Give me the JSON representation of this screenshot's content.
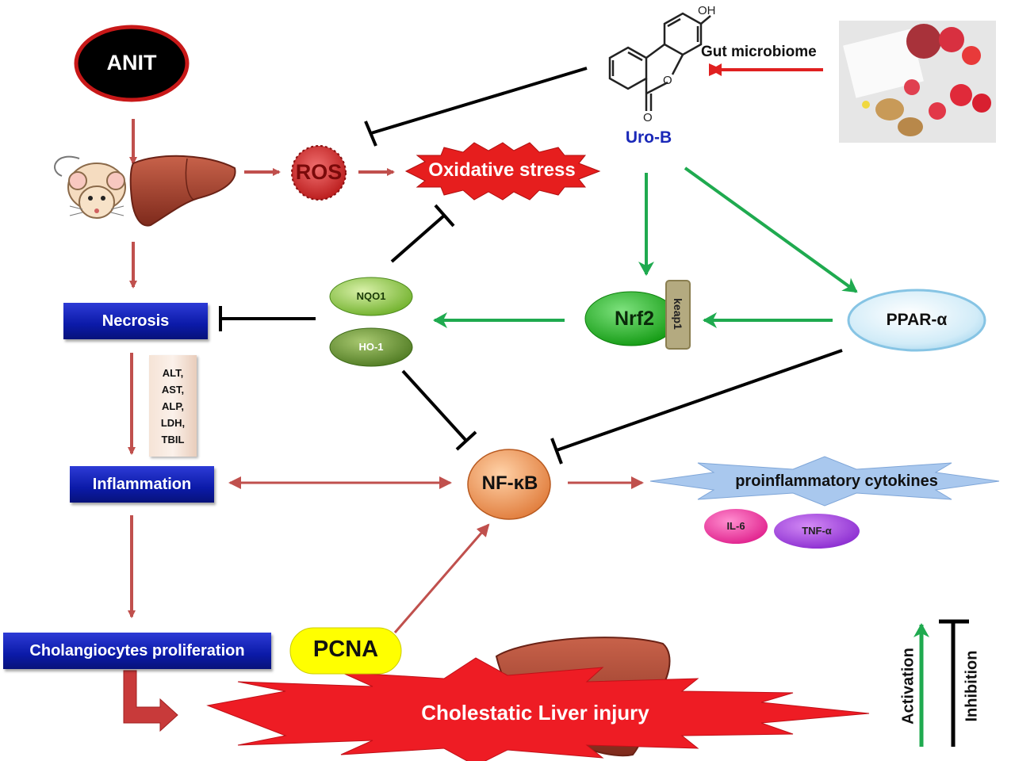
{
  "nodes": {
    "anit": "ANIT",
    "ros": "ROS",
    "oxidative_stress": "Oxidative stress",
    "uro_b": "Uro-B",
    "oh": "OH",
    "o_ring": "O",
    "o_carbonyl": "O",
    "gut_microbiome": "Gut microbiome",
    "necrosis": "Necrosis",
    "nqo1": "NQO1",
    "ho1": "HO-1",
    "nrf2": "Nrf2",
    "keap1": "keap1",
    "ppar": "PPAR-α",
    "markers": [
      "ALT,",
      "AST,",
      "ALP,",
      "LDH,",
      "TBIL"
    ],
    "inflammation": "Inflammation",
    "nfkb": "NF-κB",
    "cytokines": "proinflammatory cytokines",
    "il6": "IL-6",
    "tnf": "TNF-α",
    "cholangiocytes": "Cholangiocytes proliferation",
    "pcna": "PCNA",
    "injury": "Cholestatic Liver injury"
  },
  "legend": {
    "activation": "Activation",
    "inhibition": "Inhibition"
  },
  "colors": {
    "activation_arrow": "#1faa4f",
    "inhibition_line": "#000000",
    "process_arrow": "#c0504d",
    "microbiome_arrow": "#e02020",
    "box_blue": "#0b1aa8",
    "uro_b_text": "#1a28b8",
    "nrf2_green": "#22b022",
    "pcna_yellow": "#ffff00",
    "nfkb_orange": "#f0a060",
    "injury_red": "#ee1c24"
  },
  "icons": [
    "mouse-icon",
    "liver-icon",
    "food-photo-icon",
    "uro-b-structure-icon"
  ]
}
